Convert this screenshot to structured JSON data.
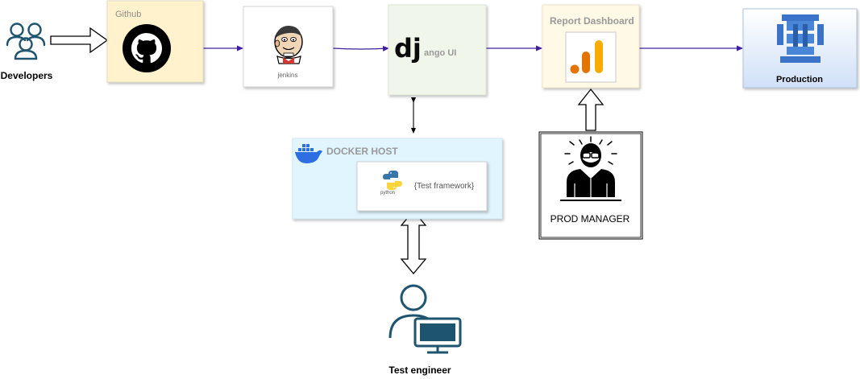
{
  "nodes": {
    "developers": {
      "label": "Developers",
      "icon": "users-icon"
    },
    "github": {
      "label": "Github",
      "icon": "github-logo-icon",
      "fill": "#fff2cc"
    },
    "jenkins": {
      "label": "jenkins",
      "icon": "jenkins-logo-icon"
    },
    "django": {
      "label_prefix": "dj",
      "label": "ango UI",
      "icon": "django-logo-icon",
      "fill": "#f1f6ea"
    },
    "report_dashboard": {
      "label": "Report Dashboard",
      "icon": "analytics-bar-chart-icon",
      "fill": "#fff9e6"
    },
    "production": {
      "label": "Production",
      "icon": "aws-cloud-stack-icon",
      "fill": "#dae8fc"
    },
    "docker_host": {
      "label": "DOCKER HOST",
      "icon": "docker-whale-icon",
      "fill": "#e1f5fe"
    },
    "test_framework": {
      "label": "{Test framework}",
      "icon_label": "python",
      "icon": "python-logo-icon"
    },
    "prod_manager": {
      "label": "PROD MANAGER",
      "icon": "manager-person-icon"
    },
    "test_engineer": {
      "label": "Test engineer",
      "icon": "person-at-computer-icon"
    }
  },
  "edges": [
    {
      "from": "developers",
      "to": "github",
      "style": "block-arrow"
    },
    {
      "from": "github",
      "to": "jenkins",
      "style": "line-arrow"
    },
    {
      "from": "jenkins",
      "to": "django",
      "style": "line-arrow"
    },
    {
      "from": "django",
      "to": "report_dashboard",
      "style": "line-arrow"
    },
    {
      "from": "report_dashboard",
      "to": "production",
      "style": "line-arrow"
    },
    {
      "from": "django",
      "to": "docker_host",
      "style": "bidirectional-thin"
    },
    {
      "from": "docker_host",
      "to": "test_engineer",
      "style": "bidirectional-block"
    },
    {
      "from": "prod_manager",
      "to": "report_dashboard",
      "style": "block-arrow"
    }
  ],
  "colors": {
    "flow_arrow": "#3d1fa3",
    "icon_teal": "#1e5470",
    "docker_blue": "#2d6ee3",
    "border_gray": "#c9c9c9"
  }
}
